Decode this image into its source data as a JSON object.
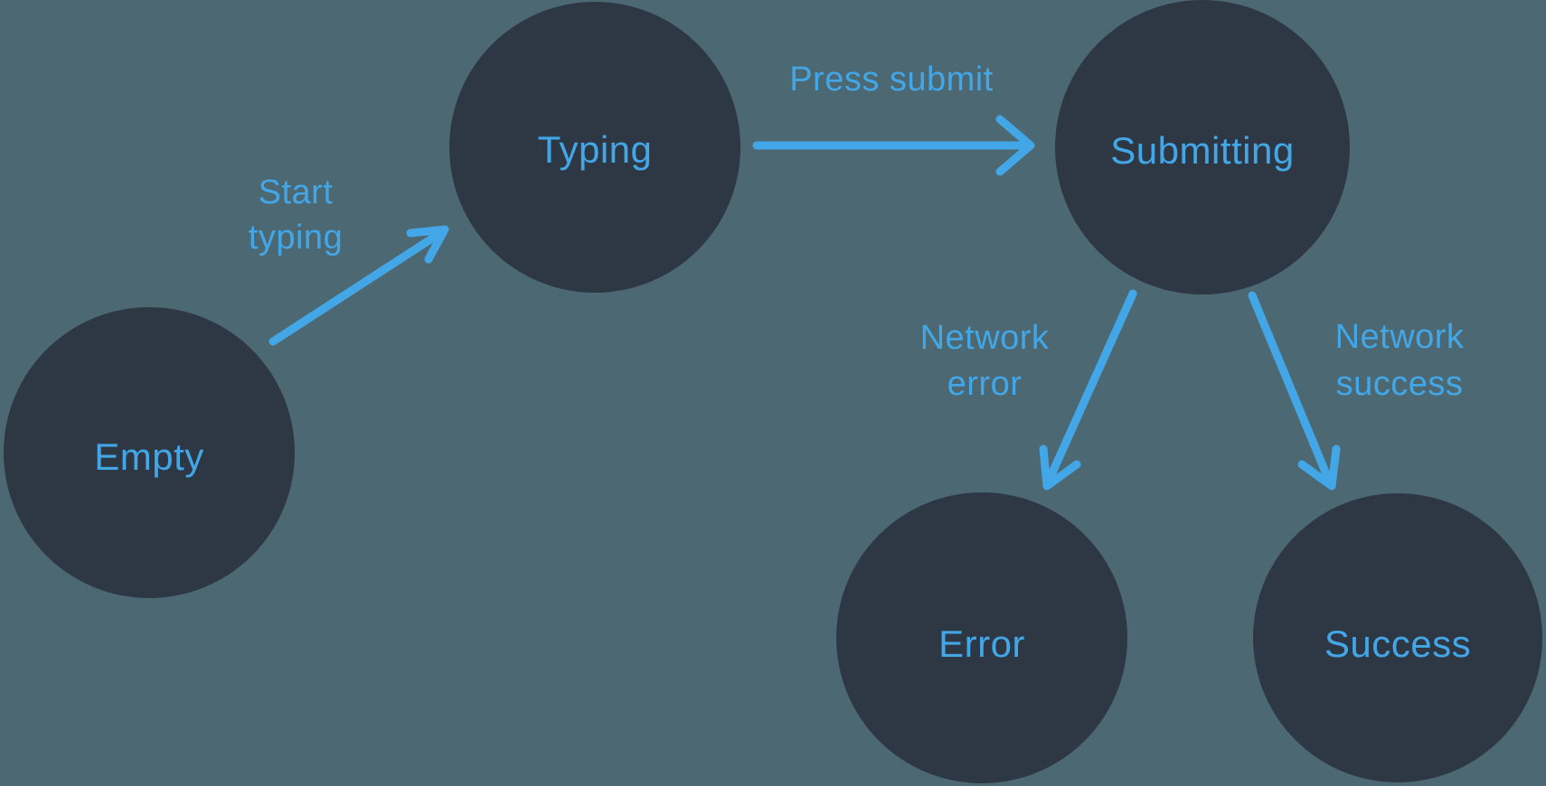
{
  "diagram": {
    "type": "state-machine",
    "colors": {
      "background": "#4C6872",
      "node_fill": "#2E3845",
      "accent": "#43A7E7"
    },
    "nodes": [
      {
        "id": "empty",
        "label": "Empty"
      },
      {
        "id": "typing",
        "label": "Typing"
      },
      {
        "id": "submitting",
        "label": "Submitting"
      },
      {
        "id": "error",
        "label": "Error"
      },
      {
        "id": "success",
        "label": "Success"
      }
    ],
    "edges": [
      {
        "from": "empty",
        "to": "typing",
        "label": "Start typing",
        "label_lines": [
          "Start",
          "typing"
        ]
      },
      {
        "from": "typing",
        "to": "submitting",
        "label": "Press submit",
        "label_lines": [
          "Press submit"
        ]
      },
      {
        "from": "submitting",
        "to": "error",
        "label": "Network error",
        "label_lines": [
          "Network",
          "error"
        ]
      },
      {
        "from": "submitting",
        "to": "success",
        "label": "Network success",
        "label_lines": [
          "Network",
          "success"
        ]
      }
    ]
  }
}
